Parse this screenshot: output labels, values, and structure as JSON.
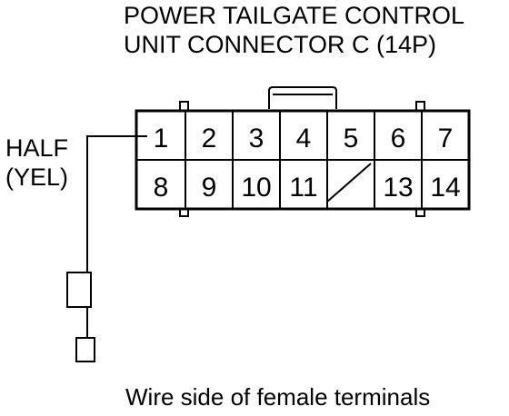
{
  "title": {
    "line1": "POWER TAILGATE CONTROL",
    "line2": "UNIT CONNECTOR C (14P)"
  },
  "wire": {
    "name": "HALF",
    "color": "(YEL)",
    "pin": "1"
  },
  "connector": {
    "rows": [
      [
        "1",
        "2",
        "3",
        "4",
        "5",
        "6",
        "7"
      ],
      [
        "8",
        "9",
        "10",
        "11",
        "",
        "13",
        "14"
      ]
    ],
    "empty_cavity_note": "cavity 12 shown crossed out (no terminal)"
  },
  "caption": "Wire side of female terminals"
}
